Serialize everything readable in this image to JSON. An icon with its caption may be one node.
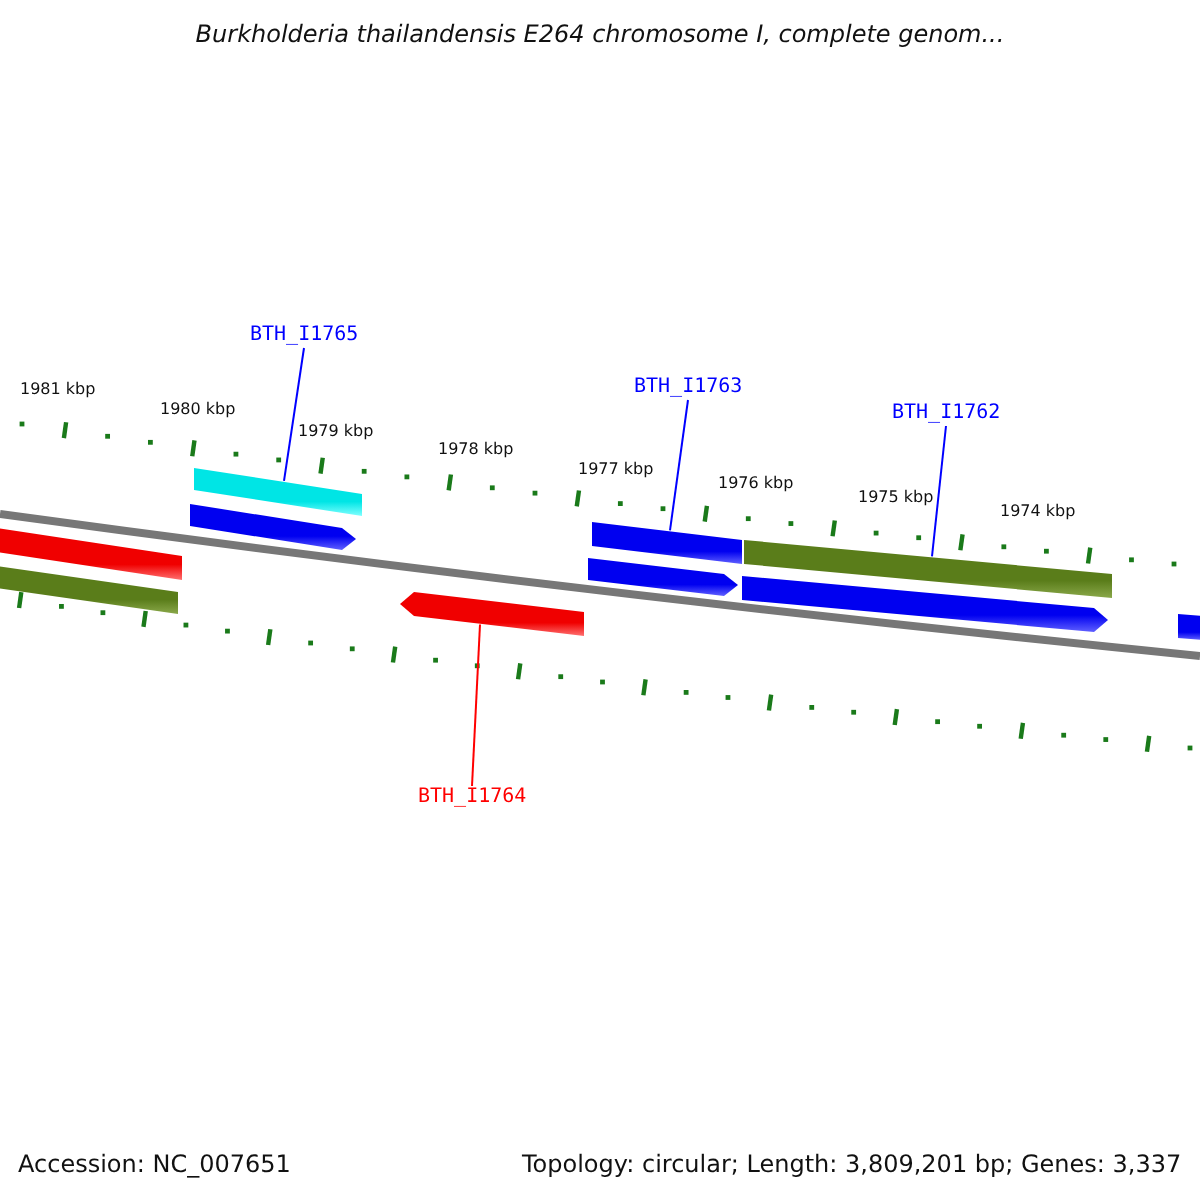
{
  "diagram": {
    "title": "Burkholderia thailandensis E264 chromosome I, complete genom...",
    "nodes": [
      {
        "text": [
          "BTH_I1765"
        ]
      },
      {
        "text": [
          "BTH_I1763"
        ]
      },
      {
        "text": [
          "BTH_I1762"
        ]
      },
      {
        "text": [],
        "shape": "bar"
      },
      {
        "text": [],
        "shape": "pentagon"
      },
      {
        "text": [],
        "shape": "bar"
      },
      {
        "text": [],
        "shape": "bar"
      },
      {
        "text": [],
        "shape": "bar"
      },
      {
        "text": [],
        "shape": "pentagon"
      },
      {
        "text": [],
        "shape": "bar"
      },
      {
        "text": [],
        "shape": "pentagon"
      },
      {
        "text": [],
        "shape": "pentagon"
      },
      {
        "text": [],
        "shape": "bar"
      },
      {
        "text": [
          "BTH_I1764"
        ]
      }
    ],
    "edges": [
      {
        "from": 0,
        "to": 3,
        "arrow": "none"
      },
      {
        "from": 1,
        "to": 6,
        "arrow": "none"
      },
      {
        "from": 2,
        "to": 7,
        "arrow": "none"
      },
      {
        "from": 13,
        "to": 11,
        "arrow": "none",
        "color": "#ff0000"
      }
    ],
    "labels": [
      "1981 kbp",
      "1980 kbp",
      "1979 kbp",
      "1978 kbp",
      "1977 kbp",
      "1976 kbp",
      "1975 kbp",
      "1974 kbp",
      "Accession: NC_007651",
      "Topology: circular; Length: 3,809,201 bp; Genes: 3,337"
    ]
  }
}
